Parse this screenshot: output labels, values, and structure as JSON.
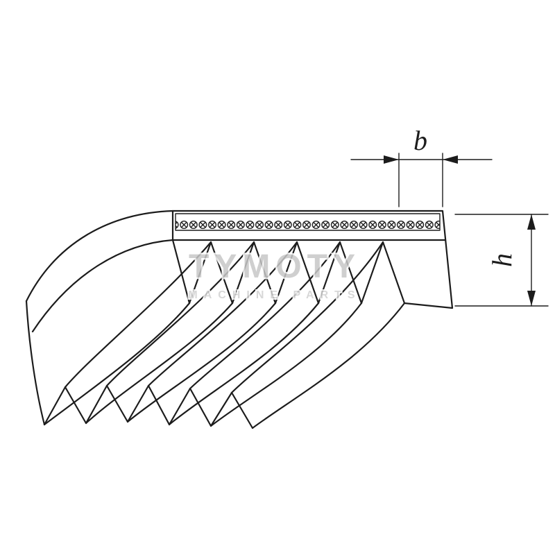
{
  "figure": {
    "type": "technical-line-drawing",
    "subject": "poly-v-ribbed-belt-cross-section",
    "dimensions": {
      "width_label": "b",
      "height_label": "h"
    },
    "watermark": {
      "title": "TYMOTY",
      "subtitle": "MACHINE PARTS"
    },
    "ribs_front_face": 6,
    "grooves_front_face": 5,
    "colors": {
      "line": "#1c1c1c",
      "background": "#ffffff",
      "watermark": "#c7c7c7",
      "watermark_sub": "#d2d2d2"
    }
  }
}
